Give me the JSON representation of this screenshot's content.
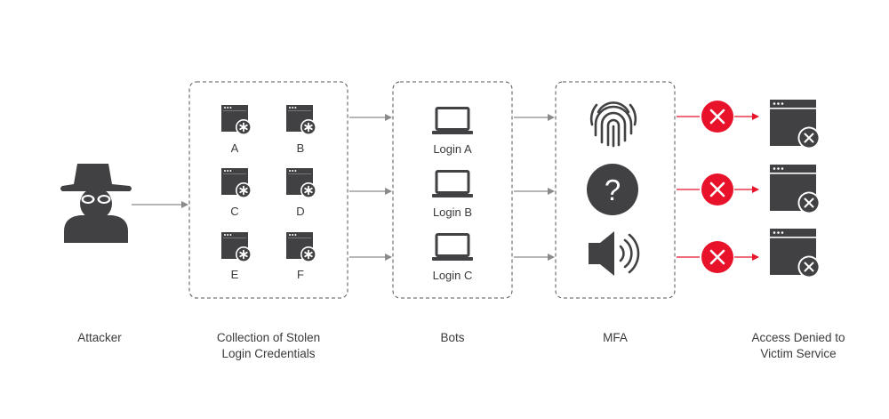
{
  "colors": {
    "icon": "#414144",
    "arrow": "#8a8a8c",
    "deny": "#e8132a",
    "box_border": "#555558"
  },
  "stages": {
    "attacker": "Attacker",
    "collection": [
      "Collection of Stolen",
      "Login Credentials"
    ],
    "bots": "Bots",
    "mfa": "MFA",
    "denied": [
      "Access Denied to",
      "Victim Service"
    ]
  },
  "credentials": {
    "icon": "credential-window-icon",
    "items": [
      "A",
      "B",
      "C",
      "D",
      "E",
      "F"
    ]
  },
  "bots": {
    "icon": "laptop-icon",
    "items": [
      "Login A",
      "Login B",
      "Login C"
    ]
  },
  "mfa": {
    "methods": [
      "fingerprint-icon",
      "question-mark-icon",
      "speaker-icon"
    ],
    "question_glyph": "?"
  },
  "denied": {
    "deny_icon": "x-circle-icon",
    "service_icon": "blocked-window-icon",
    "count": 3
  }
}
